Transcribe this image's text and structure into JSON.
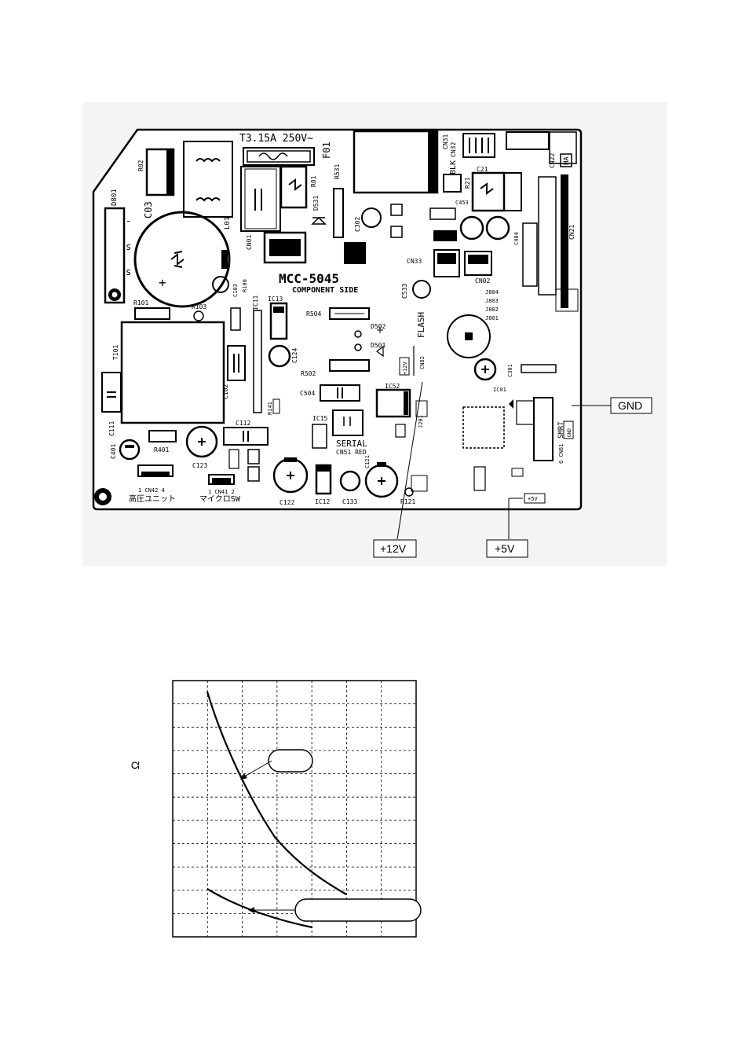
{
  "board": {
    "fuse_rating": "T3.15A 250V~",
    "fuse_ref": "F01",
    "model": "MCC-5045",
    "side": "COMPONENT SIDE",
    "flash": "FLASH",
    "serial": "SERIAL",
    "serial_sub": "CN51 RED",
    "smrt": "SMRT",
    "ha": "HA",
    "blk": "BLK",
    "label_jp_1": "高圧ユニット",
    "label_jp_2": "マイクロSW",
    "silk_12v": "+12V",
    "silk_5v": "+5V",
    "silk_gnd": "GND",
    "parts": {
      "c03": "C03",
      "l01": "L01",
      "cn01": "CN01",
      "r01": "R01",
      "r531": "R531",
      "d531": "D531",
      "d801": "D801",
      "r02": "R02",
      "r101": "R101",
      "r103": "R103",
      "r100": "R100",
      "c103": "C103",
      "ic11": "IC11",
      "ic13": "IC13",
      "r504": "R504",
      "d502": "D502",
      "d501": "D501",
      "r502": "R502",
      "c504": "C504",
      "c124": "C124",
      "c102": "C102",
      "t101": "T101",
      "c111": "C111",
      "r141": "R141",
      "c112": "C112",
      "ic15": "IC15",
      "c401": "C401",
      "r401": "R401",
      "c123": "C123",
      "c122": "C122",
      "ic12": "IC12",
      "c133": "C133",
      "c121": "C121",
      "r121": "R121",
      "cn42": "1 CN42 4",
      "cn41": "1 CN41 2",
      "ic52": "IC52",
      "cn82": "CN82",
      "j201": "J201",
      "cn31": "CN31",
      "cn32": "CN32",
      "cn22": "CN22",
      "cn21": "CN21",
      "cn33": "CN33",
      "cn02": "CN02",
      "c533": "C533",
      "c21": "C21",
      "r21": "R21",
      "c404": "C404",
      "c453": "C453",
      "c302": "C302",
      "c301": "C301",
      "ic01": "IC01",
      "cn81": "6 CN81",
      "j804": "J804",
      "j803": "J803",
      "j802": "J802",
      "j801": "J801"
    }
  },
  "callouts": {
    "gnd": "GND",
    "v12": "+12V",
    "v5": "+5V"
  },
  "graph": {
    "y_unit": "Ω",
    "upper_label": "",
    "lower_label": "",
    "grid_cols": 7,
    "grid_rows": 11
  }
}
